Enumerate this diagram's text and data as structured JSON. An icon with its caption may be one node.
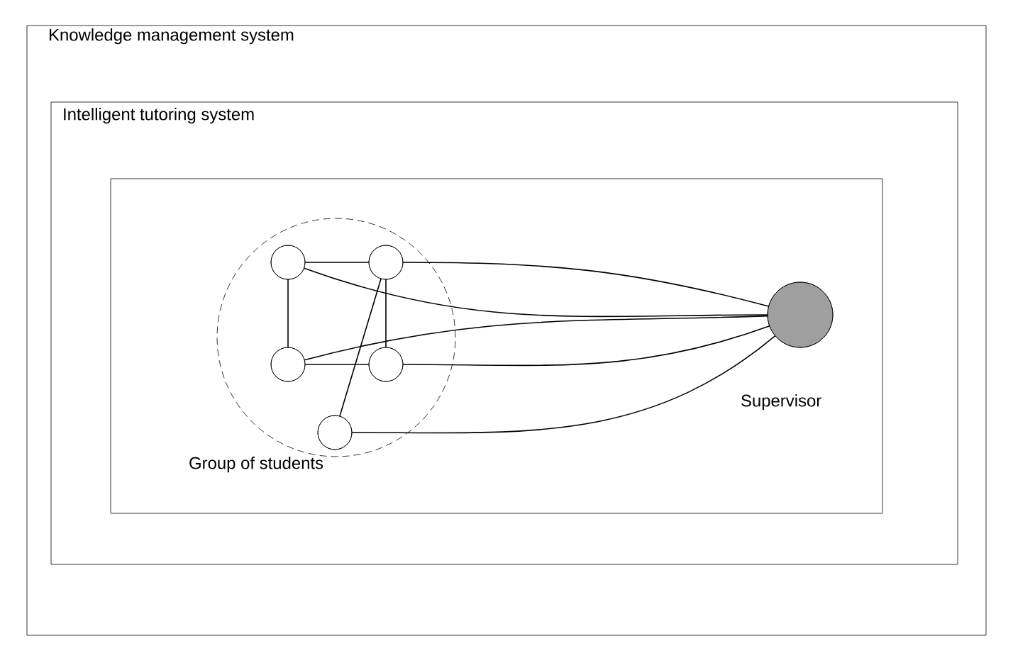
{
  "diagram": {
    "nodes": [
      {
        "text": [
          "Knowledge management system"
        ]
      },
      {
        "text": [
          "Intelligent tutoring system"
        ],
        "in": 0
      },
      {
        "text": [],
        "shape": "box",
        "in": 1
      },
      {
        "text": [
          "Group of students"
        ],
        "in": 2
      },
      {
        "text": [],
        "shape": "circle",
        "in": 3
      },
      {
        "text": [],
        "shape": "circle",
        "in": 3
      },
      {
        "text": [],
        "shape": "circle",
        "in": 3
      },
      {
        "text": [],
        "shape": "circle",
        "in": 3
      },
      {
        "text": [],
        "shape": "circle",
        "in": 3
      },
      {
        "text": [
          "Supervisor"
        ],
        "in": 2
      }
    ],
    "edges": [
      {
        "from": 4,
        "to": 5,
        "arrow": "none"
      },
      {
        "from": 4,
        "to": 6,
        "arrow": "none"
      },
      {
        "from": 5,
        "to": 7,
        "arrow": "none"
      },
      {
        "from": 6,
        "to": 7,
        "arrow": "none"
      },
      {
        "from": 5,
        "to": 8,
        "arrow": "none"
      },
      {
        "from": 4,
        "to": 9,
        "arrow": "none"
      },
      {
        "from": 5,
        "to": 9,
        "arrow": "none"
      },
      {
        "from": 6,
        "to": 9,
        "arrow": "none"
      },
      {
        "from": 7,
        "to": 9,
        "arrow": "none"
      },
      {
        "from": 8,
        "to": 9,
        "arrow": "none"
      }
    ]
  }
}
